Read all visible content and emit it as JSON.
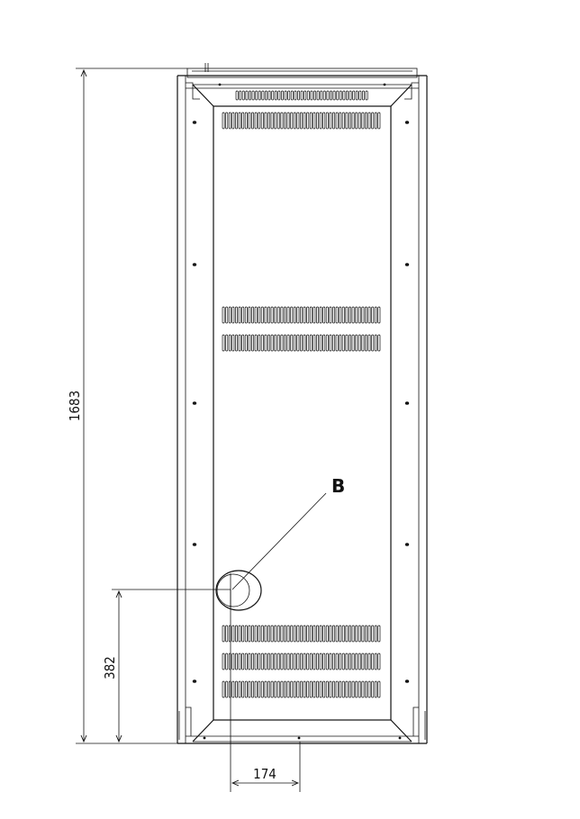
{
  "drawing": {
    "dimensions": {
      "overall_height": "1683",
      "outlet_height": "382",
      "outlet_offset": "174"
    },
    "callouts": {
      "outlet": "B"
    },
    "colors": {
      "line": "#111111",
      "background": "#ffffff"
    }
  }
}
